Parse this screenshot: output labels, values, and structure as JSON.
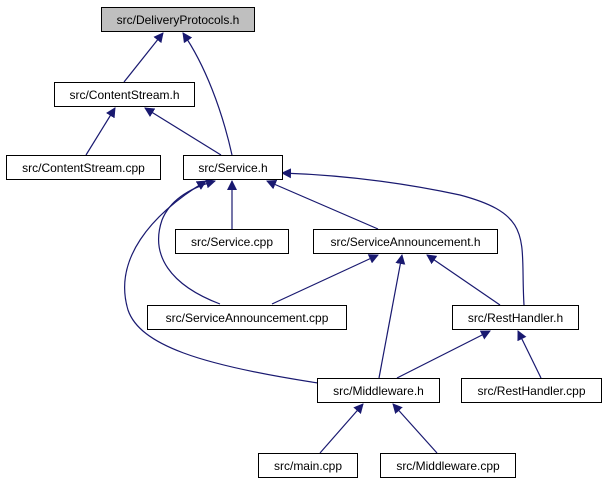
{
  "diagram": {
    "nodes": {
      "delivery_protocols_h": "src/DeliveryProtocols.h",
      "content_stream_h": "src/ContentStream.h",
      "content_stream_cpp": "src/ContentStream.cpp",
      "service_h": "src/Service.h",
      "service_cpp": "src/Service.cpp",
      "service_announcement_h": "src/ServiceAnnouncement.h",
      "service_announcement_cpp": "src/ServiceAnnouncement.cpp",
      "rest_handler_h": "src/RestHandler.h",
      "middleware_h": "src/Middleware.h",
      "rest_handler_cpp": "src/RestHandler.cpp",
      "main_cpp": "src/main.cpp",
      "middleware_cpp": "src/Middleware.cpp"
    },
    "colors": {
      "root_fill": "#bfbfbf",
      "node_fill": "#ffffff",
      "node_border": "#000000",
      "edge": "#191970"
    }
  }
}
